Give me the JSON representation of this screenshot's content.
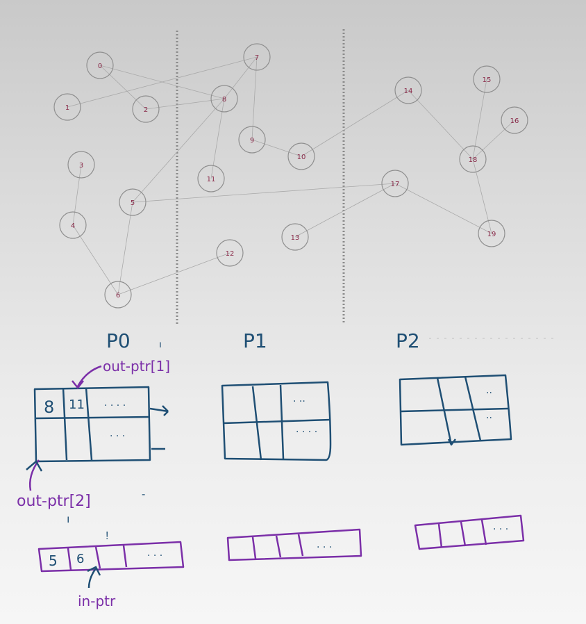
{
  "colors": {
    "node_stroke": "#8f8f8f",
    "node_label": "#8a2b4a",
    "edge": "#a9a9a9",
    "divider": "#8a8a8a",
    "ink_blue": "#1f4f74",
    "ink_purple": "#7b2fa8"
  },
  "graph": {
    "nodes": [
      {
        "id": "0"
      },
      {
        "id": "1"
      },
      {
        "id": "2"
      },
      {
        "id": "3"
      },
      {
        "id": "4"
      },
      {
        "id": "5"
      },
      {
        "id": "6"
      },
      {
        "id": "7"
      },
      {
        "id": "8"
      },
      {
        "id": "9"
      },
      {
        "id": "10"
      },
      {
        "id": "11"
      },
      {
        "id": "12"
      },
      {
        "id": "13"
      },
      {
        "id": "14"
      },
      {
        "id": "15"
      },
      {
        "id": "16"
      },
      {
        "id": "17"
      },
      {
        "id": "18"
      },
      {
        "id": "19"
      }
    ],
    "edges": [
      [
        "0",
        "2"
      ],
      [
        "0",
        "8"
      ],
      [
        "1",
        "7"
      ],
      [
        "2",
        "8"
      ],
      [
        "7",
        "9"
      ],
      [
        "7",
        "8"
      ],
      [
        "8",
        "5"
      ],
      [
        "8",
        "11"
      ],
      [
        "9",
        "10"
      ],
      [
        "10",
        "14"
      ],
      [
        "3",
        "4"
      ],
      [
        "4",
        "6"
      ],
      [
        "5",
        "6"
      ],
      [
        "5",
        "17"
      ],
      [
        "6",
        "12"
      ],
      [
        "13",
        "17"
      ],
      [
        "17",
        "19"
      ],
      [
        "14",
        "18"
      ],
      [
        "15",
        "18"
      ],
      [
        "16",
        "18"
      ],
      [
        "18",
        "19"
      ]
    ]
  },
  "partitions": [
    {
      "label": "P0"
    },
    {
      "label": "P1"
    },
    {
      "label": "P2"
    }
  ],
  "annotations": {
    "out_ptr_1": "out-ptr[1]",
    "out_ptr_2": "out-ptr[2]",
    "in_ptr": "in-ptr"
  },
  "tables": {
    "p0_row1": [
      "8",
      "11",
      "· · · ·"
    ],
    "p0_row2": [
      "",
      "",
      "· · ·"
    ],
    "p1_row1": [
      "",
      "",
      "· ··"
    ],
    "p1_row2": [
      "",
      "",
      "· · · ·"
    ],
    "p2_row1": [
      "",
      "",
      "··"
    ],
    "p2_row2": [
      "",
      "",
      "··"
    ]
  },
  "arrays": {
    "p0": [
      "5",
      "6",
      "",
      "",
      "· · ·"
    ],
    "p1": [
      "",
      "",
      "",
      "· · ·"
    ],
    "p2": [
      "",
      "",
      "",
      "· · ·"
    ]
  }
}
